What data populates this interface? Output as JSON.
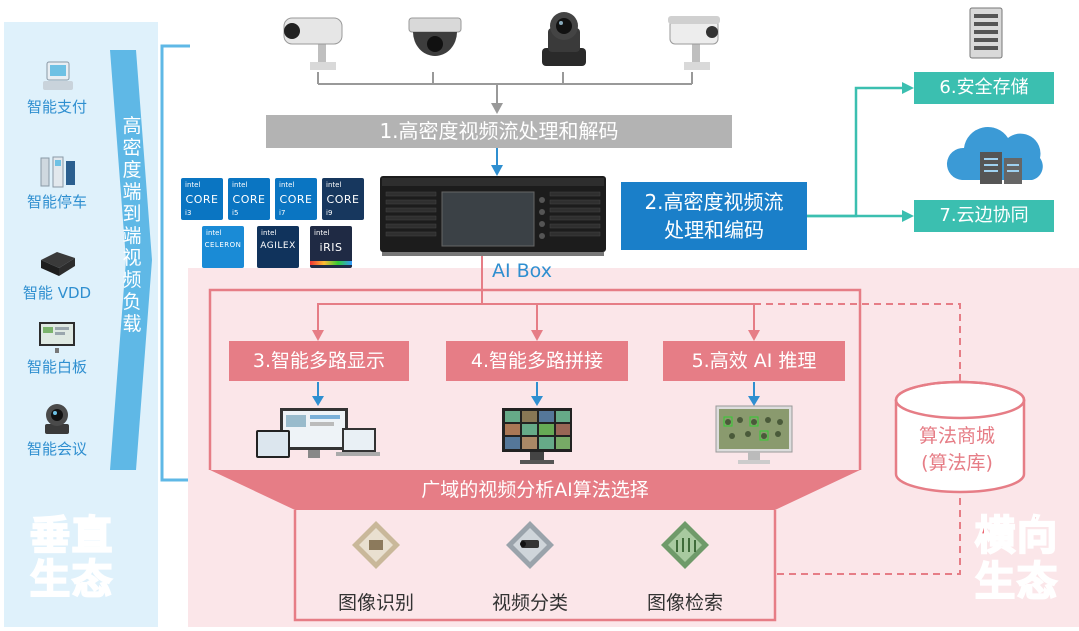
{
  "left_panel": {
    "items": [
      {
        "label": "智能支付",
        "icon": "payment-terminal-icon"
      },
      {
        "label": "智能停车",
        "icon": "parking-kiosk-icon"
      },
      {
        "label": "智能 VDD",
        "icon": "vdd-box-icon"
      },
      {
        "label": "智能白板",
        "icon": "whiteboard-icon"
      },
      {
        "label": "智能会议",
        "icon": "conference-camera-icon"
      }
    ],
    "chevron_text": "高密度端到端视频负载",
    "bottom_title_line1": "垂直",
    "bottom_title_line2": "生态"
  },
  "cameras": [
    "bullet-camera-icon",
    "dome-camera-icon",
    "ptz-camera-icon",
    "box-camera-icon"
  ],
  "step1": "1.高密度视频流处理和解码",
  "step2_line1": "2.高密度视频流",
  "step2_line2": "处理和编码",
  "step6": "6.安全存储",
  "step7": "7.云边协同",
  "aibox_label": "AI Box",
  "chips": [
    {
      "brand": "intel",
      "name": "CORE",
      "tier": "i3"
    },
    {
      "brand": "intel",
      "name": "CORE",
      "tier": "i5"
    },
    {
      "brand": "intel",
      "name": "CORE",
      "tier": "i7"
    },
    {
      "brand": "intel",
      "name": "CORE",
      "tier": "i9"
    },
    {
      "brand": "intel",
      "name": "CELERON",
      "tier": ""
    },
    {
      "brand": "intel",
      "name": "AGILEX",
      "tier": ""
    },
    {
      "brand": "intel",
      "name": "iRIS",
      "tier": ""
    }
  ],
  "steps_ai": [
    "3.智能多路显示",
    "4.智能多路拼接",
    "5.高效 AI 推理"
  ],
  "algo_title": "广域的视频分析AI算法选择",
  "categories": [
    "图像识别",
    "视频分类",
    "图像检索"
  ],
  "store_line1": "算法商城",
  "store_line2": "(算法库)",
  "right_title_line1": "横向",
  "right_title_line2": "生态",
  "colors": {
    "blue": "#1a7fc9",
    "light_blue": "#2f8fd0",
    "pink": "#e67d86",
    "pink_bg": "#fbe6e9",
    "teal": "#3bbfb0",
    "grey": "#b3b3b3",
    "panel_bg": "#dff1fb"
  }
}
